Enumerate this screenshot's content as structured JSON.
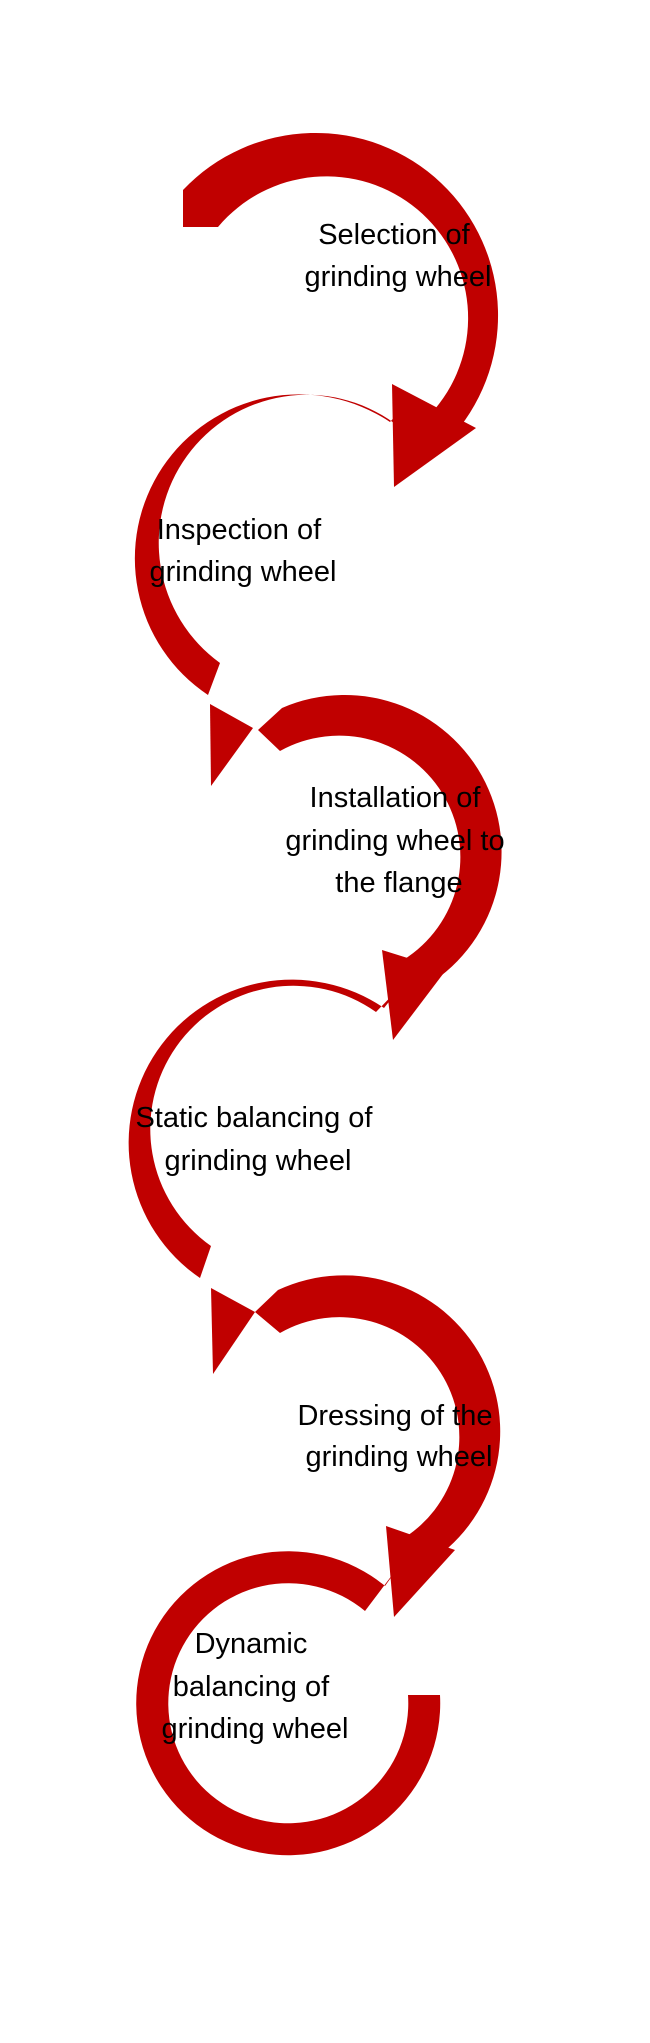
{
  "colors": {
    "arrow": "#c00000",
    "text": "#000000",
    "background": "#ffffff"
  },
  "steps": [
    {
      "lines": [
        "Selection of",
        "grinding wheel"
      ]
    },
    {
      "lines": [
        "Inspection of",
        "grinding wheel"
      ]
    },
    {
      "lines": [
        "Installation of",
        "grinding wheel to",
        "the flange"
      ]
    },
    {
      "lines": [
        "Static balancing of",
        "grinding wheel"
      ]
    },
    {
      "lines": [
        "Dressing of the",
        "grinding wheel"
      ]
    },
    {
      "lines": [
        "Dynamic",
        "balancing of",
        "grinding wheel"
      ]
    }
  ]
}
